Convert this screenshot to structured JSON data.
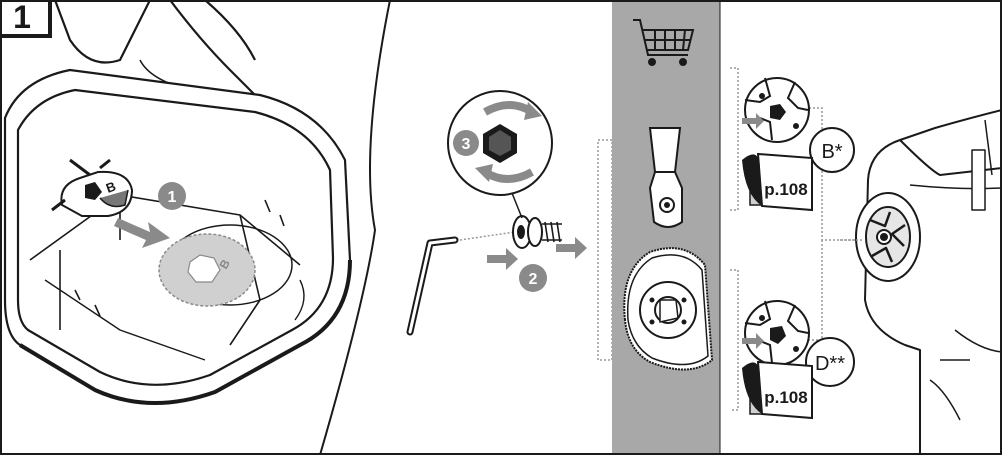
{
  "step": {
    "number": "1"
  },
  "markers": {
    "one": "1",
    "two": "2",
    "three": "3"
  },
  "drawer_labels": {
    "part_letter": "B",
    "disc_letter": "B"
  },
  "adapters": {
    "b": {
      "label": "B*",
      "page_ref": "p.108"
    },
    "d": {
      "label": "D**",
      "page_ref": "p.108"
    }
  },
  "icons": {
    "cart": "shopping-cart-icon",
    "hex": "hex-nut-icon",
    "rotate": "rotate-arrows-icon"
  },
  "colors": {
    "stroke": "#1a1a1a",
    "band": "#a8a8a8",
    "disc_fill": "#d0d0d0",
    "badge": "#8a8a8a",
    "light_gray": "#e6e6e6"
  }
}
